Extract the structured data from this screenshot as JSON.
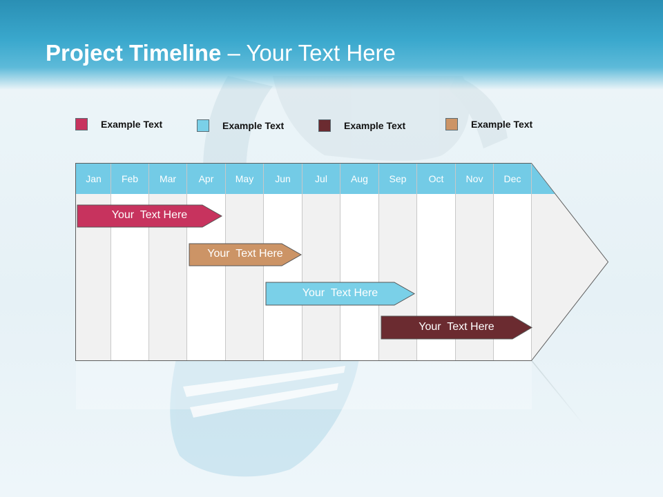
{
  "slide": {
    "title_bold": "Project Timeline",
    "title_rest": " – Your Text Here"
  },
  "legend": [
    {
      "label": "Example Text",
      "color": "#c7335e"
    },
    {
      "label": "Example Text",
      "color": "#7ad0e8"
    },
    {
      "label": "Example Text",
      "color": "#6b2b30"
    },
    {
      "label": "Example Text",
      "color": "#cc9466"
    }
  ],
  "timeline": {
    "months": [
      "Jan",
      "Feb",
      "Mar",
      "Apr",
      "May",
      "Jun",
      "Jul",
      "Aug",
      "Sep",
      "Oct",
      "Nov",
      "Dec"
    ],
    "bars": [
      {
        "label": "Your  Text Here",
        "color": "#c7335e",
        "text_color": "#ffffff"
      },
      {
        "label": "Your  Text Here",
        "color": "#cc9466",
        "text_color": "#ffffff"
      },
      {
        "label": "Your  Text Here",
        "color": "#7ad0e8",
        "text_color": "#ffffff"
      },
      {
        "label": "Your  Text Here",
        "color": "#6b2b30",
        "text_color": "#ffffff"
      }
    ]
  }
}
